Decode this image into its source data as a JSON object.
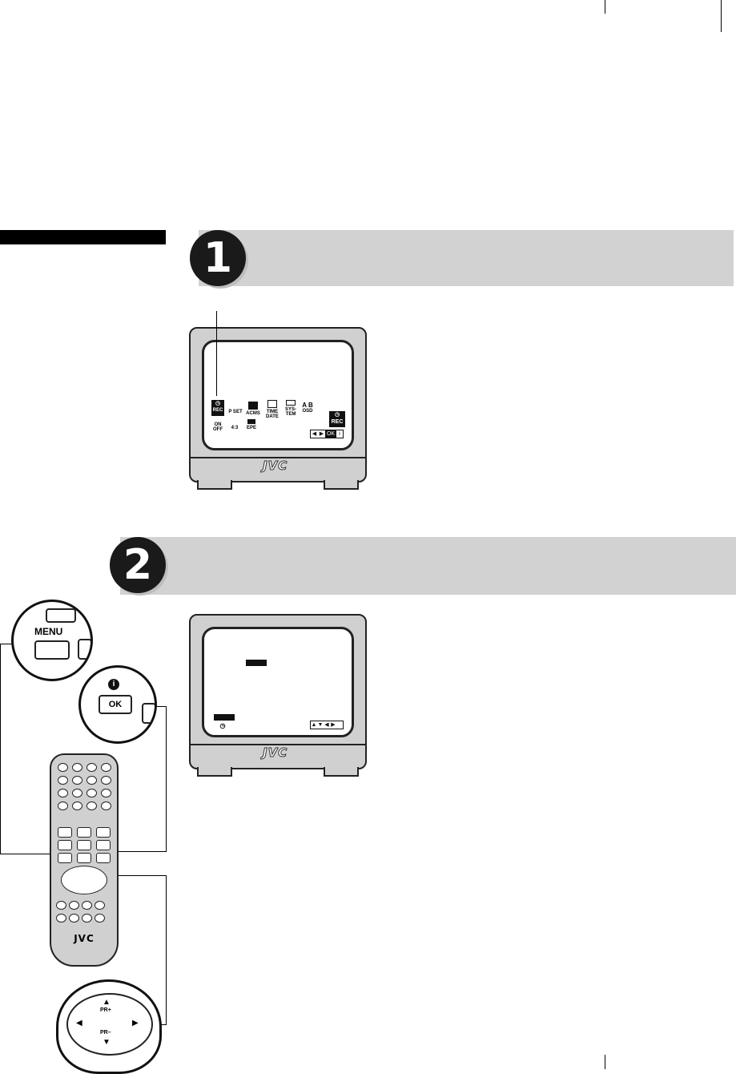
{
  "steps": [
    {
      "number": "1"
    },
    {
      "number": "2"
    }
  ],
  "tv1": {
    "brand": "JVC",
    "menu_icons": [
      {
        "id": "rec",
        "label": "REC"
      },
      {
        "id": "pset",
        "label": "P SET"
      },
      {
        "id": "acms",
        "label": "ACMS"
      },
      {
        "id": "time-date",
        "label": "TIME DATE"
      },
      {
        "id": "system",
        "label": "SYS- TEM"
      },
      {
        "id": "osd",
        "label": "OSD"
      },
      {
        "id": "onoff",
        "label": "ON OFF"
      },
      {
        "id": "aspect",
        "label": "4:3"
      },
      {
        "id": "epe",
        "label": "EPE"
      }
    ],
    "corner_rec": "REC",
    "nav_ok": "OK"
  },
  "tv2": {
    "brand": "JVC"
  },
  "remote_details": {
    "menu_key": "MENU",
    "ok_key": "OK",
    "pr_plus": "PR+",
    "pr_minus": "PR–",
    "remote_brand": "JVC"
  },
  "icons": {
    "info": "info-icon",
    "timer": "timer-icon",
    "arrows": [
      "up-arrow-icon",
      "down-arrow-icon",
      "left-arrow-icon",
      "right-arrow-icon"
    ]
  }
}
